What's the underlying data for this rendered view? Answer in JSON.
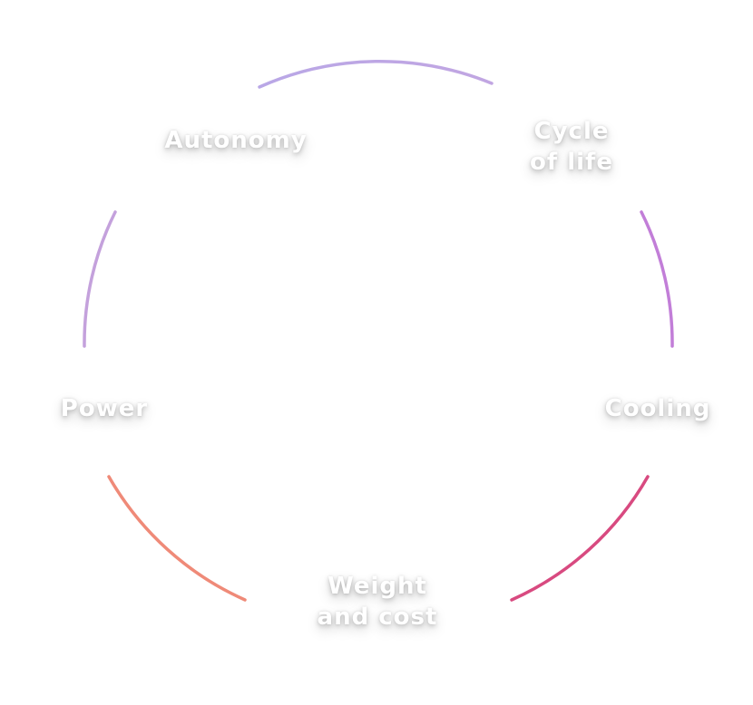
{
  "diagram": {
    "labels": {
      "autonomy": "Autonomy",
      "cycle_of_life": "Cycle\nof life",
      "power": "Power",
      "cooling": "Cooling",
      "weight_and_cost": "Weight\nand cost"
    },
    "colors": {
      "gradient_start": "#b7a9e0",
      "gradient_mid": "#c47ad6",
      "gradient_end_right": "#d9437a",
      "gradient_end_left": "#f08a74"
    }
  }
}
